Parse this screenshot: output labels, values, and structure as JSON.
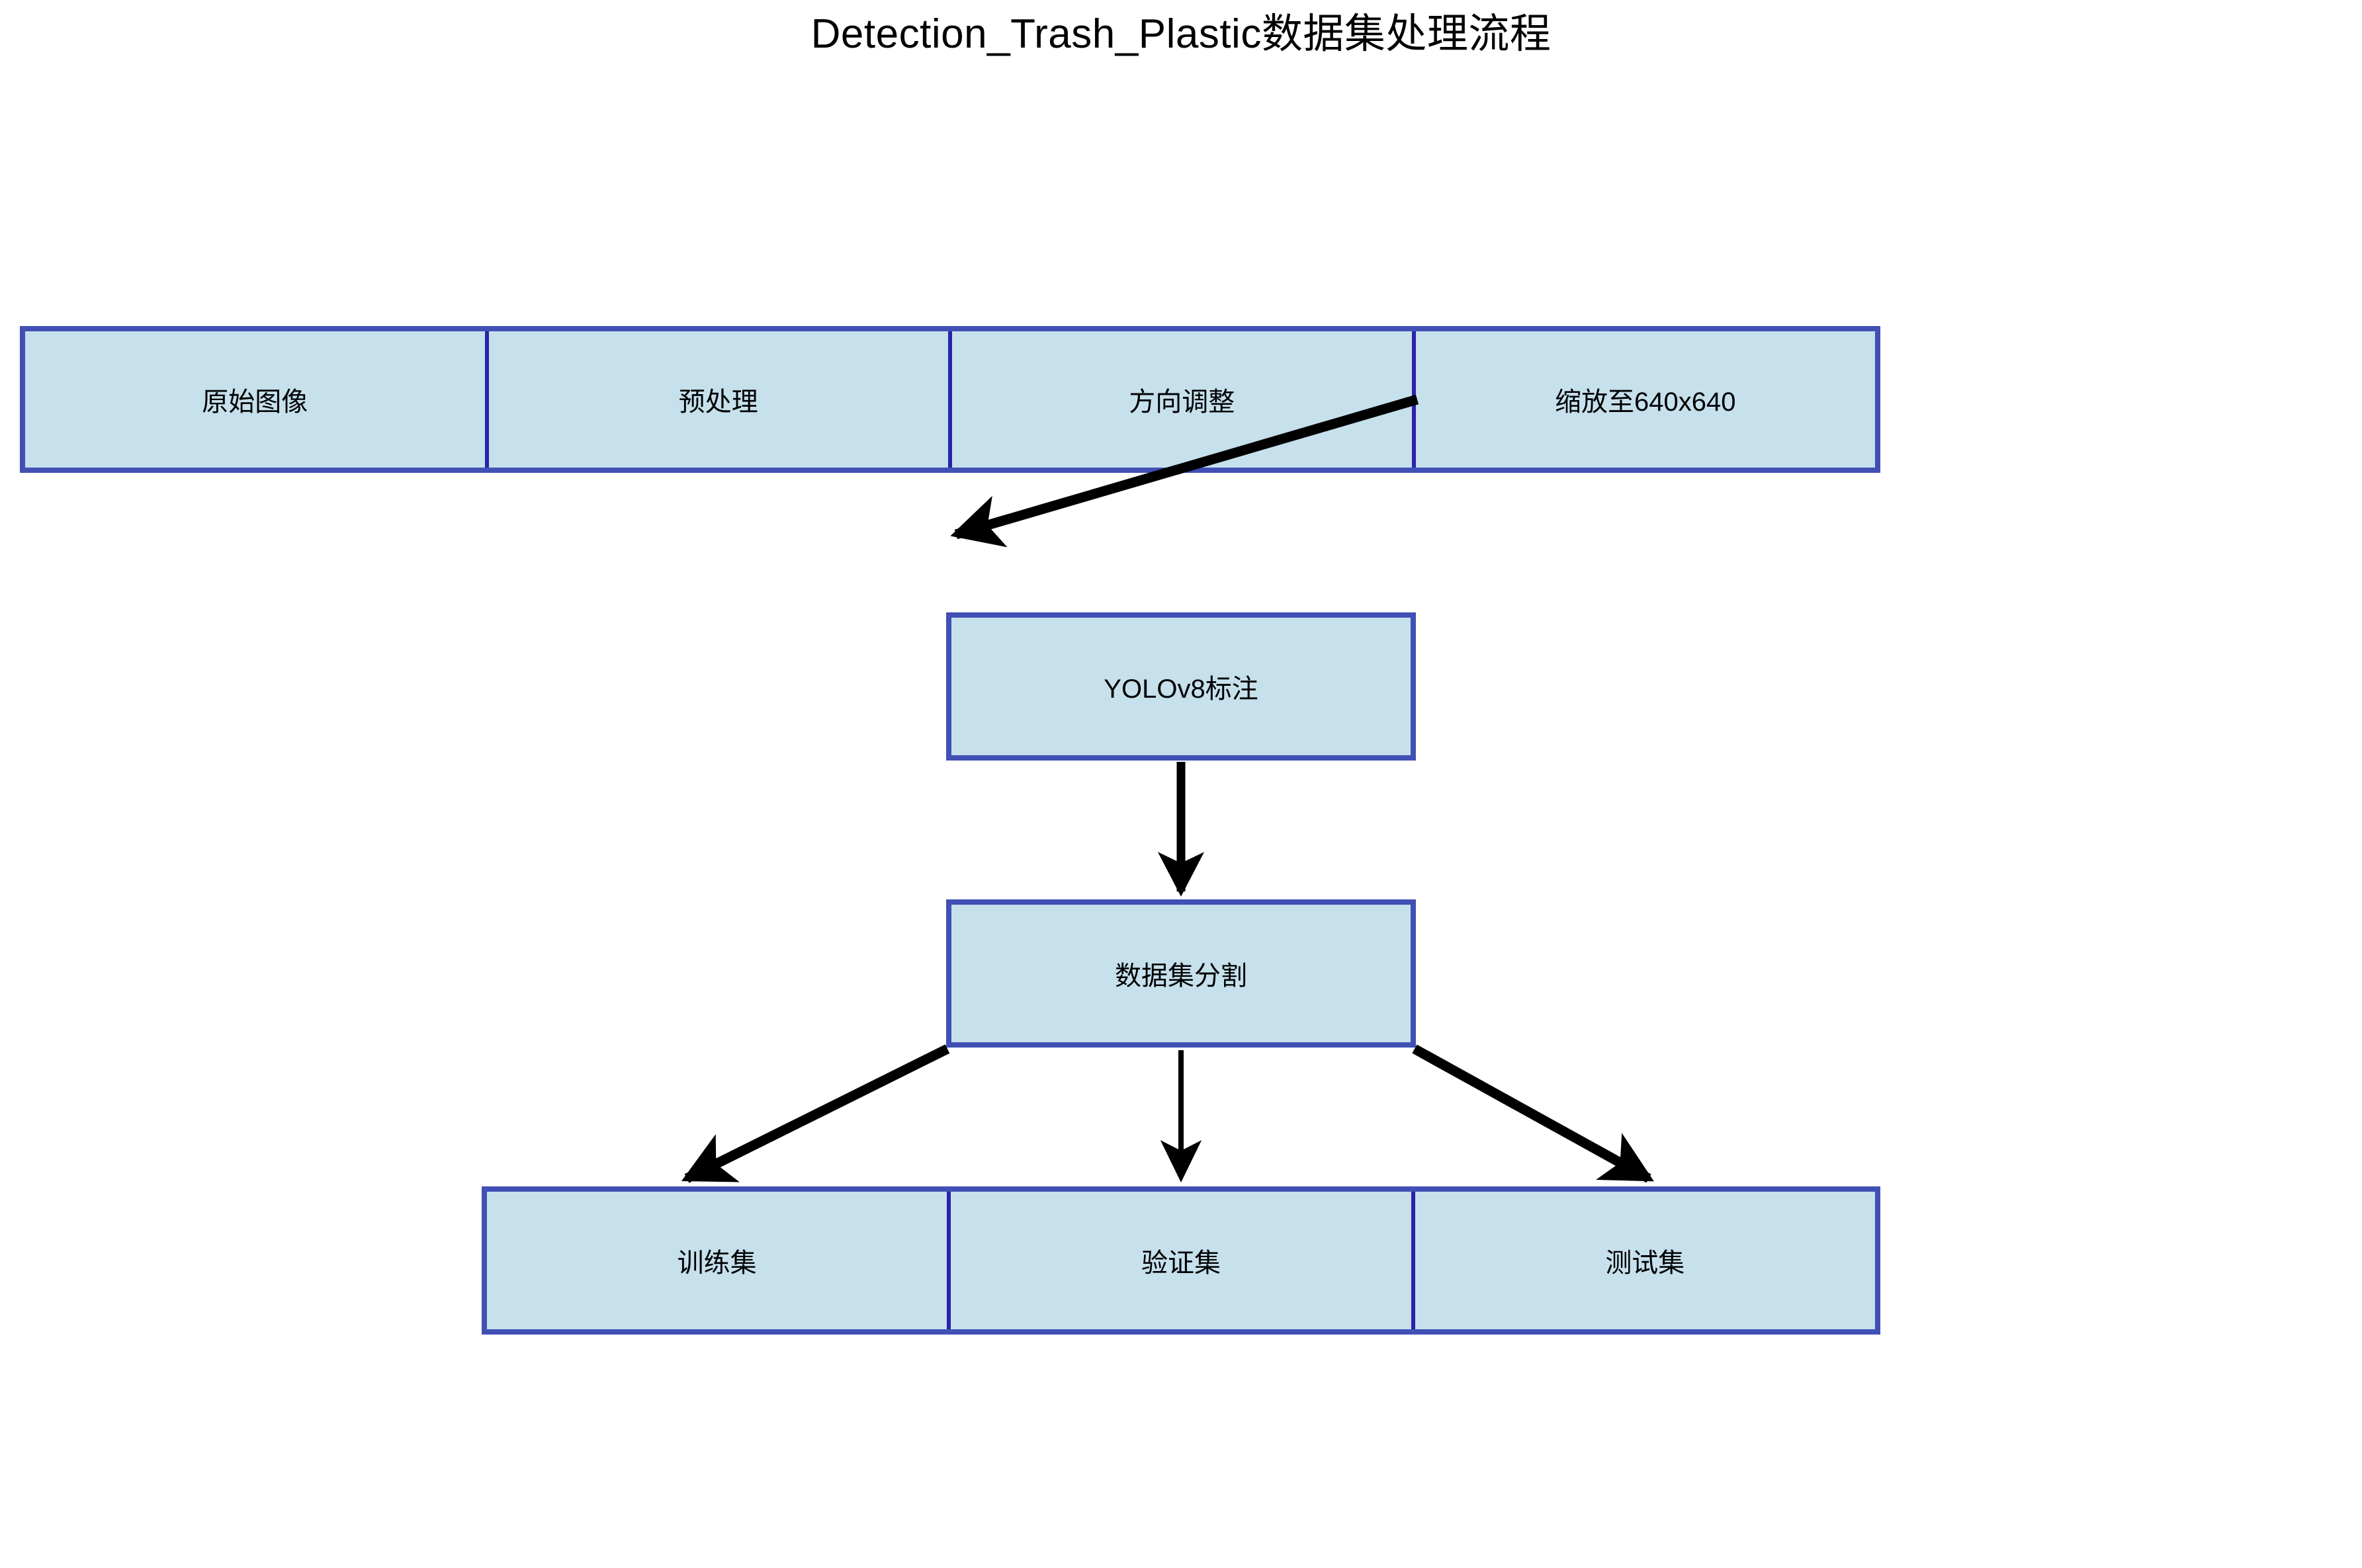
{
  "title": "Detection_Trash_Plastic数据集处理流程",
  "colors": {
    "box_fill": "#C6E0EC",
    "box_border": "#4150B5",
    "cell_divider": "#2A23A8",
    "arrow": "#000000",
    "background": "#FFFFFF",
    "text": "#000000"
  },
  "flow": {
    "pipeline_row": {
      "name": "preprocessing-pipeline",
      "cells": [
        {
          "label": "原始图像"
        },
        {
          "label": "预处理"
        },
        {
          "label": "方向调整"
        },
        {
          "label": "缩放至640x640"
        }
      ]
    },
    "annotate_node": {
      "label": "YOLOv8标注"
    },
    "split_node": {
      "label": "数据集分割"
    },
    "splits_row": {
      "name": "dataset-splits",
      "cells": [
        {
          "label": "训练集"
        },
        {
          "label": "验证集"
        },
        {
          "label": "测试集"
        }
      ]
    },
    "edges": [
      {
        "name": "pipeline-to-annotate",
        "from": "方向调整",
        "to": "YOLOv8标注",
        "style": "diagonal-arrow"
      },
      {
        "name": "annotate-to-split",
        "from": "YOLOv8标注",
        "to": "数据集分割",
        "style": "vertical-arrow"
      },
      {
        "name": "split-to-train",
        "from": "数据集分割",
        "to": "训练集",
        "style": "diagonal-arrow"
      },
      {
        "name": "split-to-val",
        "from": "数据集分割",
        "to": "验证集",
        "style": "vertical-arrow"
      },
      {
        "name": "split-to-test",
        "from": "数据集分割",
        "to": "测试集",
        "style": "diagonal-arrow"
      }
    ]
  }
}
